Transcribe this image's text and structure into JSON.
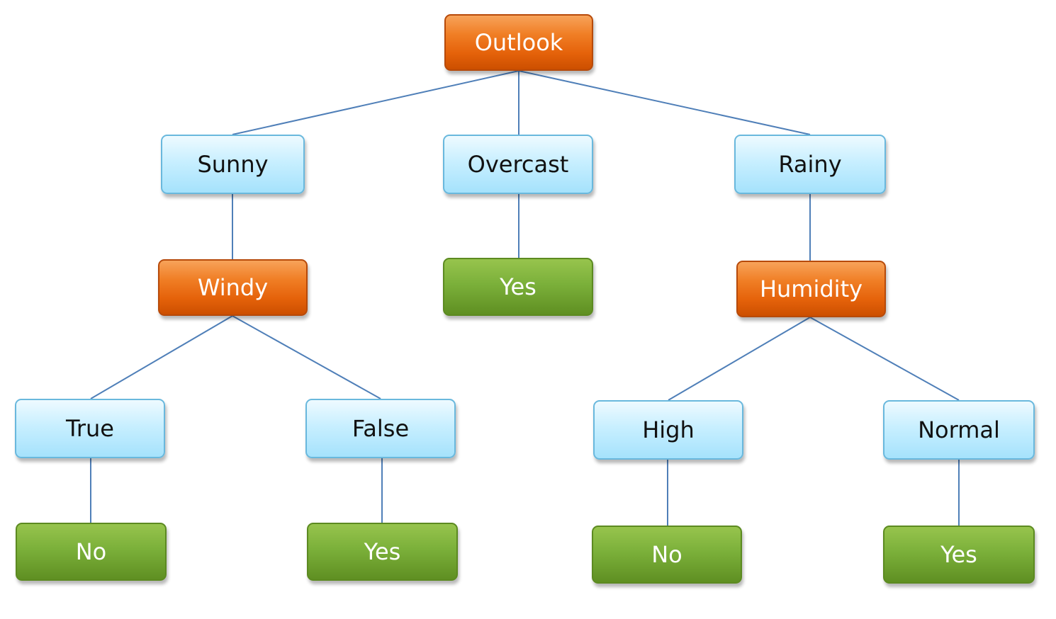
{
  "tree": {
    "root": "Outlook",
    "outlook_values": [
      "Sunny",
      "Overcast",
      "Rainy"
    ],
    "sunny_test": "Windy",
    "overcast_result": "Yes",
    "rainy_test": "Humidity",
    "windy_values": [
      "True",
      "False"
    ],
    "windy_results": [
      "No",
      "Yes"
    ],
    "humidity_values": [
      "High",
      "Normal"
    ],
    "humidity_results": [
      "No",
      "Yes"
    ]
  },
  "colors": {
    "attribute_node": "#f07e25",
    "value_node": "#b8e9fd",
    "leaf_node": "#7bb03a",
    "edge": "#4f7fb8"
  }
}
